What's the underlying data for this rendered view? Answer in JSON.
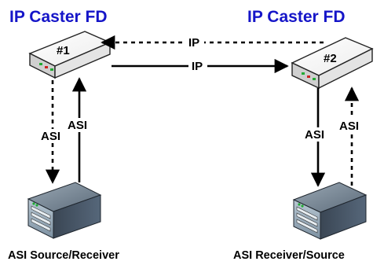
{
  "devices": {
    "left": {
      "title": "IP Caster FD",
      "box_label": "#1",
      "caption": "ASI Source/Receiver",
      "icon": "ip-caster-box-icon",
      "server_icon": "rack-server-icon"
    },
    "right": {
      "title": "IP Caster FD",
      "box_label": "#2",
      "caption": "ASI Receiver/Source",
      "icon": "ip-caster-box-icon",
      "server_icon": "rack-server-icon"
    }
  },
  "links": {
    "ip_top": "IP",
    "ip_bottom": "IP",
    "asi_left_down": "ASI",
    "asi_left_up": "ASI",
    "asi_right_down": "ASI",
    "asi_right_up": "ASI"
  },
  "colors": {
    "title": "#1515c8",
    "box_top": "#ffffff",
    "box_front": "#dedede",
    "box_side": "#c4c4c4",
    "led_green": "#22aa33",
    "led_red": "#cc2222",
    "server_body": "#4a5868",
    "server_face": "#8fa6b8",
    "arrow": "#000000"
  }
}
